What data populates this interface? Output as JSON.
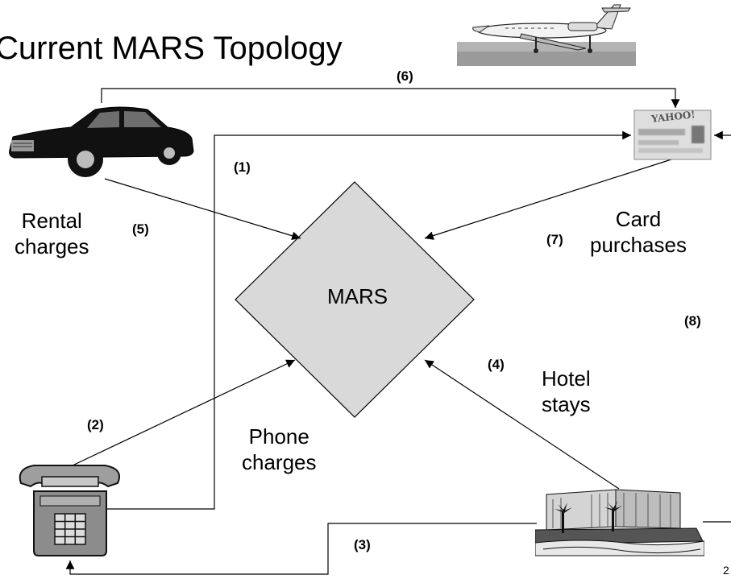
{
  "title": "Current MARS Topology",
  "center_node": "MARS",
  "labels": {
    "rental": [
      "Rental",
      "charges"
    ],
    "card": [
      "Card",
      "purchases"
    ],
    "hotel": [
      "Hotel",
      "stays"
    ],
    "phone": [
      "Phone",
      "charges"
    ]
  },
  "edge_numbers": {
    "e1": "(1)",
    "e2": "(2)",
    "e3": "(3)",
    "e4": "(4)",
    "e5": "(5)",
    "e6": "(6)",
    "e7": "(7)",
    "e8": "(8)"
  },
  "icons": {
    "car": "car-icon",
    "card": "credit-card-icon",
    "phone": "telephone-icon",
    "hotel": "hotel-icon",
    "jet": "jet-icon"
  },
  "card_text": "YAHOO!",
  "page_number": "2",
  "colors": {
    "diamond_fill": "#d9d9d9",
    "line": "#000000"
  }
}
